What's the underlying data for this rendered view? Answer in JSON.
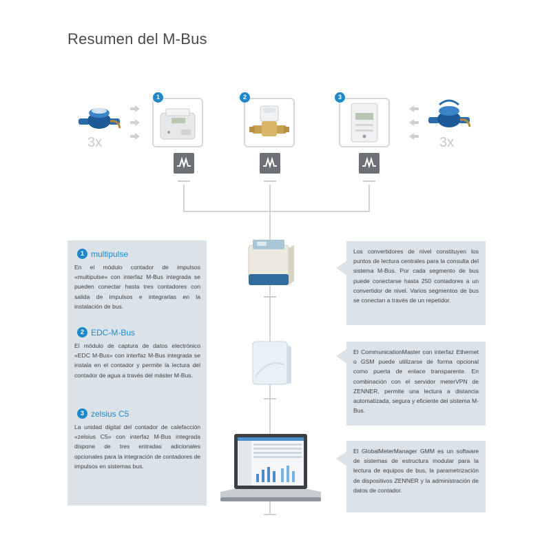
{
  "title": "Resumen del M-Bus",
  "meter_count_left": "3x",
  "meter_count_right": "3x",
  "devices": [
    {
      "badge": "1"
    },
    {
      "badge": "2"
    },
    {
      "badge": "3"
    }
  ],
  "sections": [
    {
      "badge": "1",
      "title": "multipulse",
      "text": "En el módulo contador de impulsos «multipulse» con interfaz M-Bus integrada se pueden conectar hasta tres contadores con salida de impulsos e integrarlas en la instalación de bus."
    },
    {
      "badge": "2",
      "title": "EDC-M-Bus",
      "text": "El módulo de captura de datos electrónico «EDC M-Bus» con interfaz M-Bus integrada se instala en el contador y permite la lectura del contador de agua a través del máster M-Bus."
    },
    {
      "badge": "3",
      "title": "zelsius C5",
      "text": "La unidad digital del contador de calefacción «zelsius C5» con interfaz M-Bus integrada dispone de tres entradas adicionales opcionales para la integración de contadores de impulsos en sistemas bus."
    }
  ],
  "info_boxes": [
    {
      "text": "Los convertidores de nivel constituyen los puntos de lectura centrales para la consulta del sistema M-Bus. Por cada segmento de bus puede conectarse hasta 250 contadores a un convertidor de nivel. Varios segmentos de bus se conectan a través de un repetidor."
    },
    {
      "text": "El CommunicationMaster con interfaz Ethernet o GSM puede utilizarse de forma opcional como puerta de enlace transparente. En combinación con el servidor meterVPN de ZENNER, permite una lectura a distancia automatizada, segura y eficiente del sistema M-Bus."
    },
    {
      "text": "El GlobalMeterManager GMM es un software de sistemas de estructura modular para la lectura de equipos de bus, la parametrización de dispositivos ZENNER y la administración de datos de contador."
    }
  ],
  "colors": {
    "accent": "#1f88c8",
    "panel": "#dce3e8",
    "mbus_icon": "#6c7175"
  }
}
